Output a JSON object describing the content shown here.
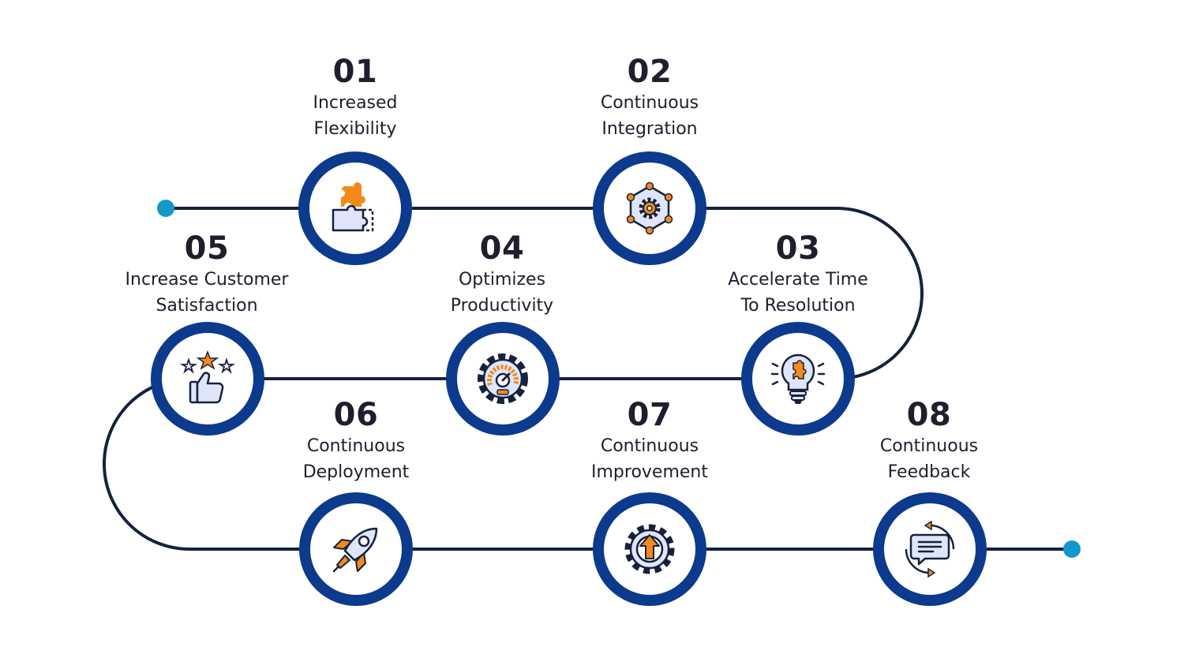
{
  "colors": {
    "ring": "#0c3a8c",
    "path": "#16213e",
    "endpoint": "#1497c9",
    "accent": "#f28a1a",
    "icon_fill": "#dfe6fb",
    "icon_stroke": "#16213e"
  },
  "steps": [
    {
      "number": "01",
      "title_lines": [
        "Increased",
        "Flexibility"
      ],
      "icon": "puzzle-icon"
    },
    {
      "number": "02",
      "title_lines": [
        "Continuous",
        "Integration"
      ],
      "icon": "gear-network-icon"
    },
    {
      "number": "03",
      "title_lines": [
        "Accelerate Time",
        "To Resolution"
      ],
      "icon": "lightbulb-puzzle-icon"
    },
    {
      "number": "04",
      "title_lines": [
        "Optimizes",
        "Productivity"
      ],
      "icon": "speedometer-gear-icon"
    },
    {
      "number": "05",
      "title_lines": [
        "Increase Customer",
        "Satisfaction"
      ],
      "icon": "thumbs-up-stars-icon"
    },
    {
      "number": "06",
      "title_lines": [
        "Continuous",
        "Deployment"
      ],
      "icon": "rocket-icon"
    },
    {
      "number": "07",
      "title_lines": [
        "Continuous",
        "Improvement"
      ],
      "icon": "gear-arrow-up-icon"
    },
    {
      "number": "08",
      "title_lines": [
        "Continuous",
        "Feedback"
      ],
      "icon": "feedback-chat-icon"
    }
  ]
}
